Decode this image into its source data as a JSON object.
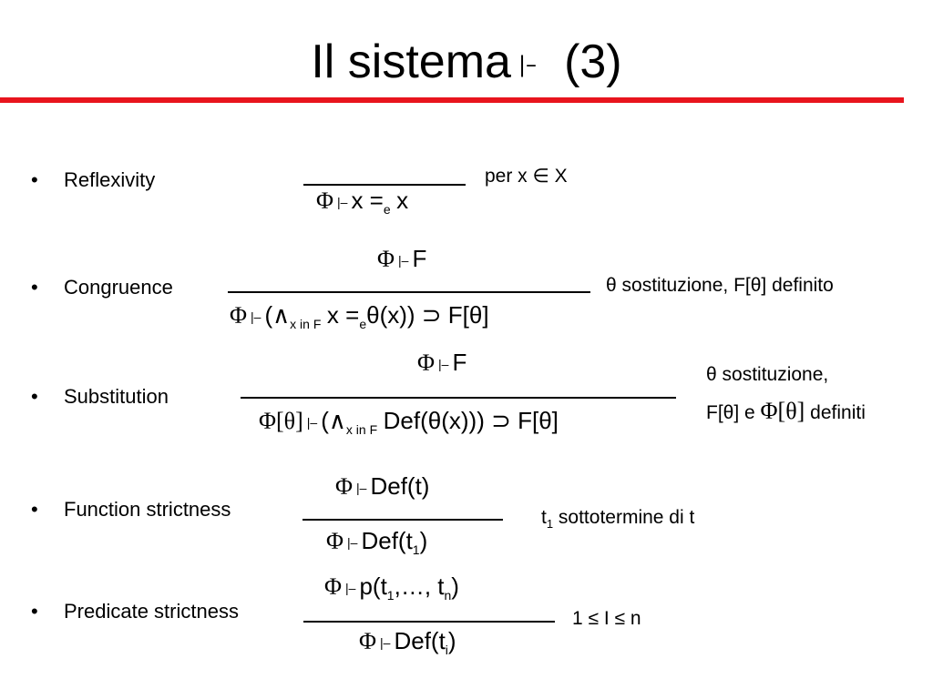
{
  "slide": {
    "title": "Il sistema",
    "title_turnstile": "|–",
    "title_number": "(3)",
    "accent_color": "#e8141d"
  },
  "rules": [
    {
      "name": "Reflexivity",
      "premise": "",
      "conclusion": {
        "phi": "Φ",
        "turnstile": "|–",
        "body": "x =",
        "sub": "e",
        "tail": "x"
      },
      "side_condition": "per x ∈ X"
    },
    {
      "name": "Congruence",
      "premise": {
        "phi": "Φ",
        "turnstile": "|–",
        "body": "F"
      },
      "conclusion": {
        "phi": "Φ",
        "turnstile": "|–",
        "open": "(∧",
        "sub": "x in F",
        "body": "x =",
        "sub2": "e",
        "tail": "θ(x)) ⊃ F[θ]"
      },
      "side_condition": "θ sostituzione, F[θ] definito"
    },
    {
      "name": "Substitution",
      "premise": {
        "phi": "Φ",
        "turnstile": "|–",
        "body": "F"
      },
      "conclusion": {
        "phi": "Φ[θ]",
        "turnstile": "|–",
        "open": "(∧",
        "sub": "x in F",
        "tail": "Def(θ(x))) ⊃ F[θ]"
      },
      "side_condition_line1": "θ sostituzione,",
      "side_condition_line2_a": "F[θ] e",
      "side_condition_line2_b": "Φ[θ]",
      "side_condition_line2_c": "definiti"
    },
    {
      "name": "Function strictness",
      "premise": {
        "phi": "Φ",
        "turnstile": "|–",
        "body": "Def(t)"
      },
      "conclusion": {
        "phi": "Φ",
        "turnstile": "|–",
        "body": "Def(t",
        "sub": "1",
        "tail": ")"
      },
      "side_condition_a": "t",
      "side_condition_sub": "1",
      "side_condition_b": "sottotermine di t"
    },
    {
      "name": "Predicate strictness",
      "premise": {
        "phi": "Φ",
        "turnstile": "|–",
        "body": "p(t",
        "sub": "1",
        "mid": ",…, t",
        "sub2": "n",
        "tail": ")"
      },
      "conclusion": {
        "phi": "Φ",
        "turnstile": "|–",
        "body": "Def(t",
        "sub": "i",
        "tail": ")"
      },
      "side_condition": "1 ≤ I ≤ n"
    }
  ],
  "bullet_glyph": "•"
}
